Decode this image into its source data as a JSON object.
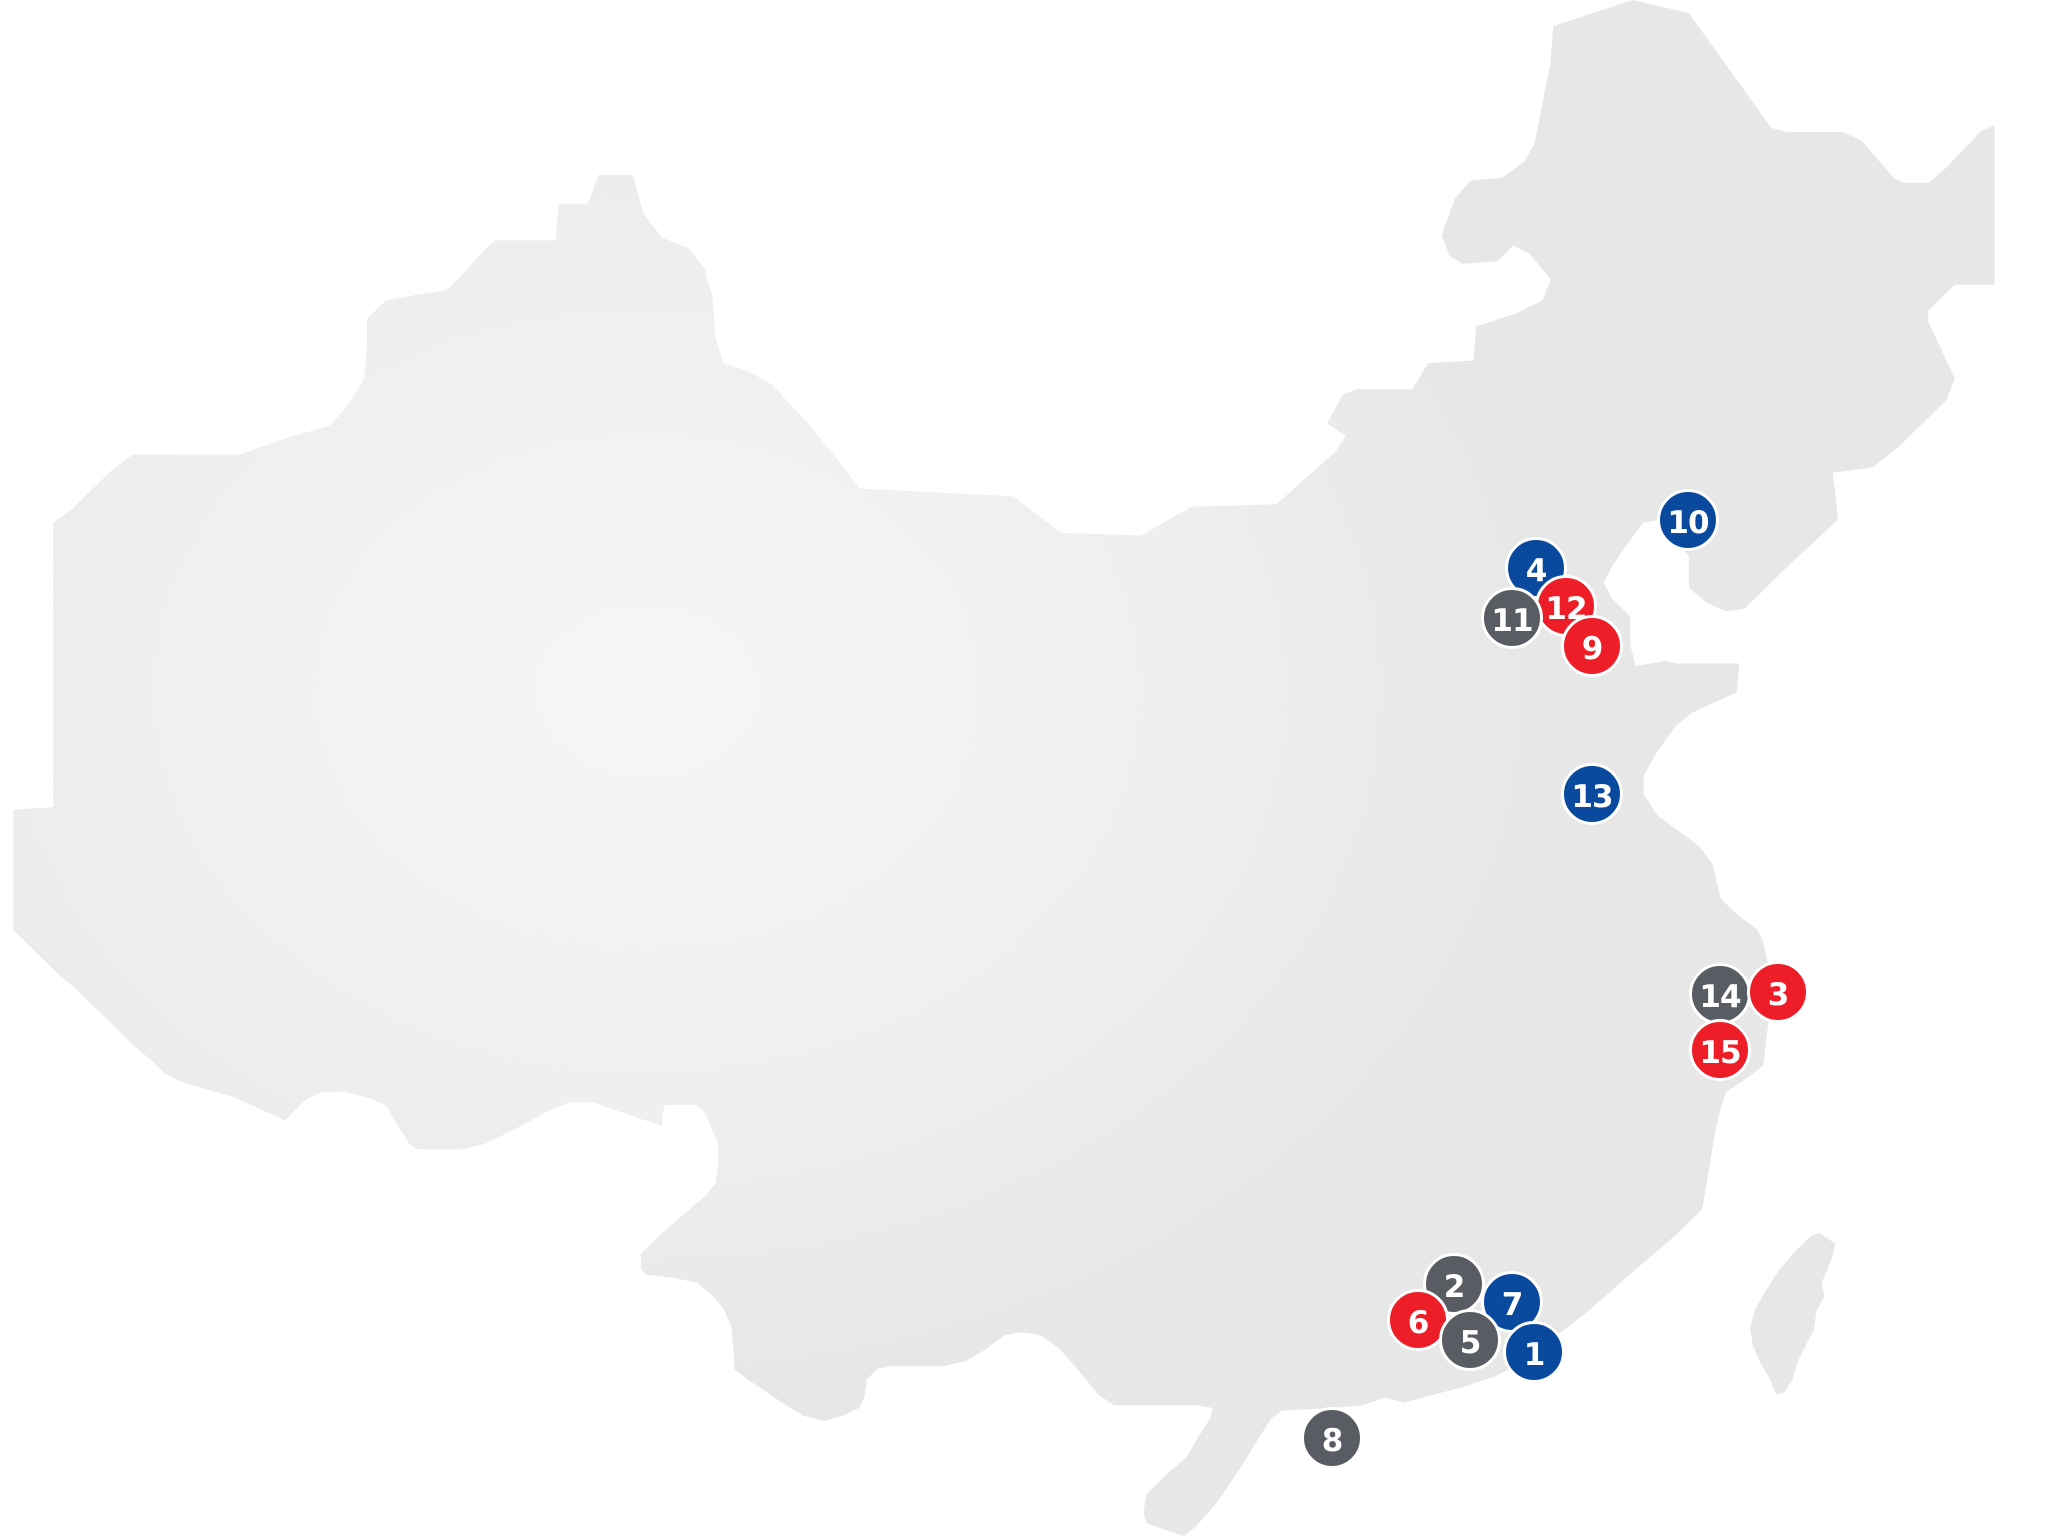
{
  "map": {
    "colors": {
      "background": "#ffffff",
      "land": "#e7e7e7",
      "land_highlight": "#f4f5f6",
      "blue": "#0a4a9e",
      "red": "#ee1e28",
      "gray": "#595d63"
    },
    "markers": [
      {
        "label": "10",
        "color": "blue"
      },
      {
        "label": "4",
        "color": "blue"
      },
      {
        "label": "12",
        "color": "red"
      },
      {
        "label": "11",
        "color": "gray"
      },
      {
        "label": "9",
        "color": "red"
      },
      {
        "label": "13",
        "color": "blue"
      },
      {
        "label": "14",
        "color": "gray"
      },
      {
        "label": "3",
        "color": "red"
      },
      {
        "label": "15",
        "color": "red"
      },
      {
        "label": "2",
        "color": "gray"
      },
      {
        "label": "7",
        "color": "blue"
      },
      {
        "label": "6",
        "color": "red"
      },
      {
        "label": "5",
        "color": "gray"
      },
      {
        "label": "1",
        "color": "blue"
      },
      {
        "label": "8",
        "color": "gray"
      }
    ]
  }
}
